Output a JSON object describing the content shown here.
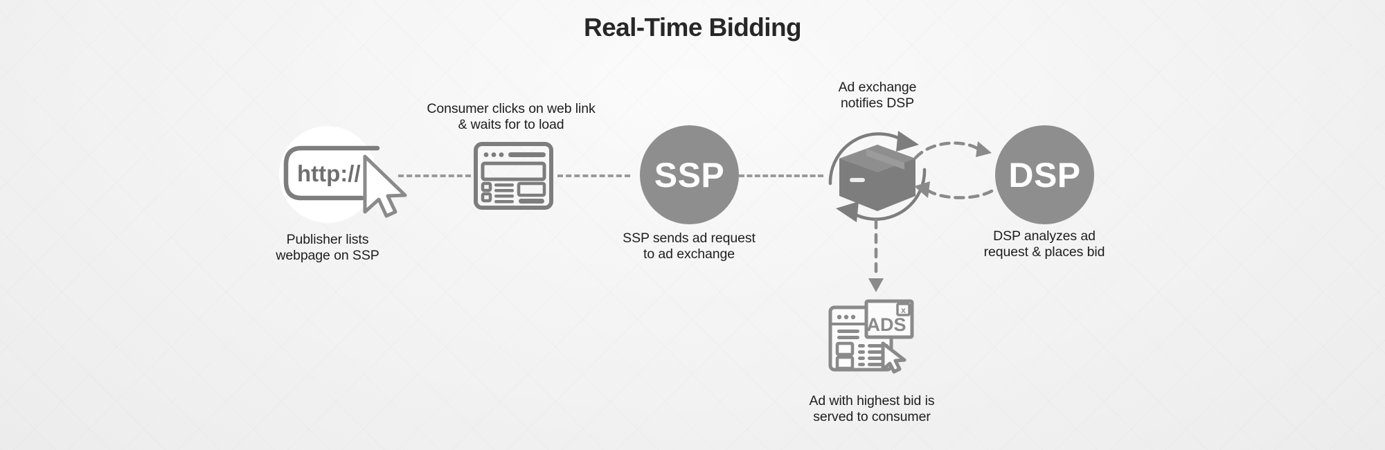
{
  "page": {
    "title": "Real-Time Bidding",
    "background_color": "#f2f2f2",
    "accent_gray": "#8e8e8e",
    "line_gray": "#7d7d7d",
    "text_color": "#1d1d1d"
  },
  "nodes": [
    {
      "id": "publisher",
      "icon": "http-address-bar-cursor-icon",
      "icon_text": "http://",
      "caption": "Publisher lists\nwebpage on SSP",
      "caption_position": "below"
    },
    {
      "id": "consumer",
      "icon": "browser-window-icon",
      "caption": "Consumer clicks on web link\n& waits for to load",
      "caption_position": "above"
    },
    {
      "id": "ssp",
      "icon": "filled-circle-label",
      "label": "SSP",
      "caption": "SSP sends ad request\nto ad exchange",
      "caption_position": "below"
    },
    {
      "id": "ad-exchange",
      "icon": "package-box-refresh-cycle-icon",
      "caption": "Ad exchange\nnotifies DSP",
      "caption_position": "above"
    },
    {
      "id": "dsp",
      "icon": "filled-circle-label",
      "label": "DSP",
      "caption": "DSP analyzes ad\nrequest & places bid",
      "caption_position": "below"
    },
    {
      "id": "served-ad",
      "icon": "ads-popup-browser-cursor-icon",
      "icon_text": "ADS",
      "close_glyph": "x",
      "caption": "Ad with highest bid is\nserved to consumer",
      "caption_position": "below"
    }
  ],
  "connectors": [
    {
      "id": "publisher-to-consumer",
      "style": "dashed",
      "direction": "right"
    },
    {
      "id": "consumer-to-ssp",
      "style": "dashed",
      "direction": "right"
    },
    {
      "id": "ssp-to-exchange",
      "style": "dashed",
      "direction": "right"
    },
    {
      "id": "exchange-to-dsp",
      "style": "dashed-curved",
      "direction": "right"
    },
    {
      "id": "dsp-to-exchange",
      "style": "dashed-curved",
      "direction": "left"
    },
    {
      "id": "exchange-to-served-ad",
      "style": "dashed",
      "direction": "down"
    }
  ]
}
